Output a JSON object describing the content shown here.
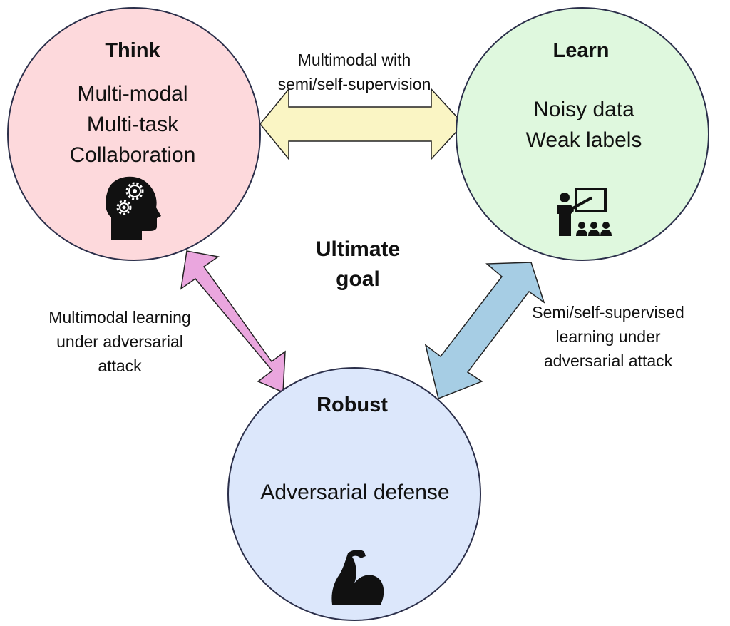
{
  "nodes": {
    "think": {
      "title": "Think",
      "lines": [
        "Multi-modal",
        "Multi-task",
        "Collaboration"
      ],
      "icon": "head-gears-icon",
      "color": "#FDD9DC"
    },
    "learn": {
      "title": "Learn",
      "lines": [
        "Noisy data",
        "Weak labels"
      ],
      "icon": "teacher-class-icon",
      "color": "#DFF8DE"
    },
    "robust": {
      "title": "Robust",
      "lines": [
        "Adversarial defense"
      ],
      "icon": "flexed-arm-icon",
      "color": "#DCE7FB"
    }
  },
  "center": {
    "lines": [
      "Ultimate",
      "goal"
    ]
  },
  "links": {
    "think_learn": {
      "lines": [
        "Multimodal with",
        "semi/self-supervision"
      ],
      "color": "#FAF5C4"
    },
    "think_robust": {
      "lines": [
        "Multimodal learning",
        "under adversarial",
        "attack"
      ],
      "color": "#EAA6DE"
    },
    "learn_robust": {
      "lines": [
        "Semi/self-supervised",
        "learning under",
        "adversarial attack"
      ],
      "color": "#A6CDE4"
    }
  }
}
